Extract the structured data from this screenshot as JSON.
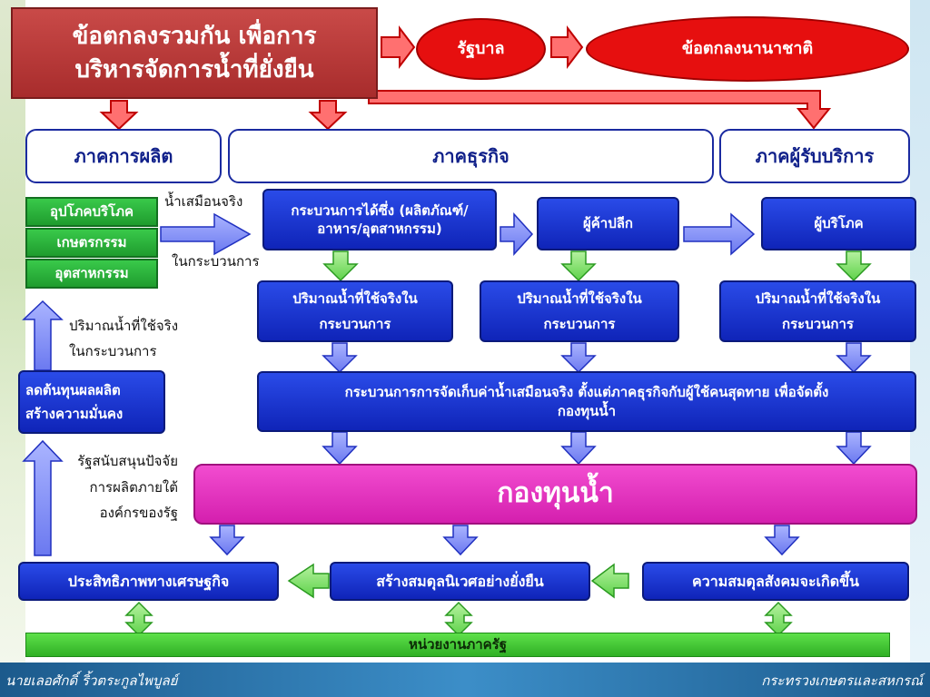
{
  "title": "ข้อตกลงรวมกัน เพื่อการ\nบริหารจัดการน้ำที่ยั่งยืน",
  "government": "รัฐบาล",
  "international": "ข้อตกลงนานาชาติ",
  "sectors": {
    "production": "ภาคการผลิต",
    "business": "ภาคธุรกิจ",
    "consumer": "ภาคผู้รับบริการ"
  },
  "production_items": [
    "อุปโภคบริโภค",
    "เกษตรกรรม",
    "อุตสาหกรรม"
  ],
  "label_virtual_water": "น้ำเสมือนจริง",
  "label_in_process": "ในกระบวนการ",
  "business_process": "กระบวนการได้ซึ่ง (ผลิตภัณฑ์/\nอาหาร/อุตสาหกรรม)",
  "retailer": "ผู้ค้าปลีก",
  "consumer": "ผู้บริโภค",
  "actual_water": "ปริมาณน้ำที่ใช้จริงใน\nกระบวนการ",
  "collection_process": "กระบวนการการจัดเก็บค่าน้ำเสมือนจริง ตั้งแต่ภาคธุรกิจกับผู้ใช้คนสุดทาย เพื่อจัดตั้ง\nกองทุนน้ำ",
  "water_fund": "กองทุนน้ำ",
  "left_label_actual": "ปริมาณน้ำที่ใช้จริง\nในกระบวนการ",
  "reduce_cost": "ลดต้นทุนผลผลิต\nสร้างความมั่นคง",
  "left_label_support": "รัฐสนับสนุนปัจจัย\nการผลิตภายใต้\nองค์กรของรัฐ",
  "economic_efficiency": "ประสิทธิภาพทางเศรษฐกิจ",
  "ecological_balance": "สร้างสมดุลนิเวศอย่างยั่งยืน",
  "social_balance": "ความสมดุลสังคมจะเกิดขึ้น",
  "state_agency": "หน่วยงานภาครัฐ",
  "footer_left": "นายเลอศักดิ์  ริ้วตระกูลไพบูลย์",
  "footer_right": "กระทรวงเกษตรและสหกรณ์"
}
